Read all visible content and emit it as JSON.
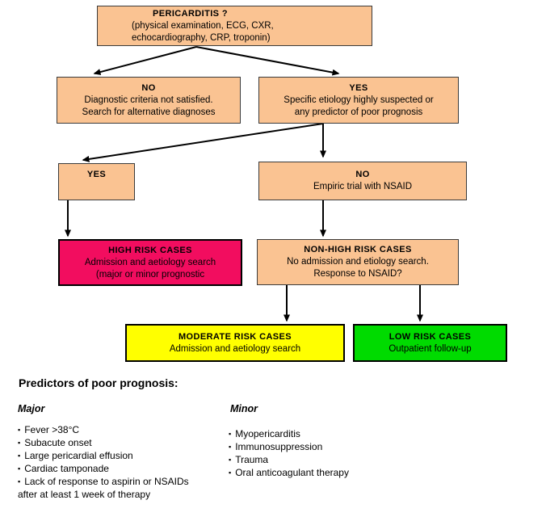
{
  "diagram": {
    "nodes": {
      "pericarditis": {
        "title": "PERICARDITIS ?",
        "line1": "(physical examination, ECG, CXR,",
        "line2": "echocardiography, CRP, troponin)"
      },
      "no_branch": {
        "title": "NO",
        "line1": "Diagnostic criteria not satisfied.",
        "line2": "Search for alternative diagnoses"
      },
      "yes_branch": {
        "title": "YES",
        "line1": "Specific etiology highly suspected or",
        "line2": "any predictor of poor prognosis"
      },
      "yes2": {
        "title": "YES"
      },
      "no2": {
        "title": "NO",
        "line1": "Empiric trial with NSAID"
      },
      "high_risk": {
        "title": "HIGH RISK CASES",
        "line1": "Admission and aetiology search",
        "line2": "(major or minor prognostic"
      },
      "non_high_risk": {
        "title": "NON-HIGH RISK CASES",
        "line1": "No admission and etiology search.",
        "line2": "Response to NSAID?"
      },
      "moderate_risk": {
        "title": "MODERATE RISK CASES",
        "line1": "Admission and aetiology search"
      },
      "low_risk": {
        "title": "LOW RISK CASES",
        "line1": "Outpatient follow-up"
      }
    },
    "colors": {
      "node_default": "#FAC392",
      "high_risk": "#F20D5F",
      "moderate_risk": "#FFFF00",
      "low_risk": "#00DB00",
      "border": "#000000",
      "arrow": "#000000"
    }
  },
  "footer": {
    "heading": "Predictors of poor prognosis:",
    "bullet": "▪",
    "major": {
      "label": "Major",
      "items": [
        "Fever >38°C",
        "Subacute onset",
        "Large pericardial effusion",
        "Cardiac tamponade",
        "Lack of response to aspirin or NSAIDs\nafter at least 1 week of therapy"
      ]
    },
    "minor": {
      "label": "Minor",
      "items": [
        "Myopericarditis",
        "Immunosuppression",
        "Trauma",
        "Oral anticoagulant therapy"
      ]
    }
  }
}
